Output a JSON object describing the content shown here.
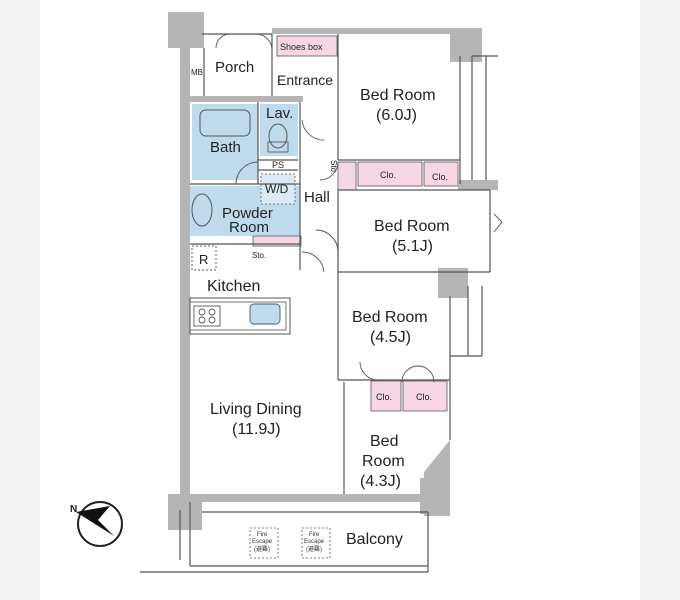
{
  "rooms": {
    "porch": "Porch",
    "mb": "MB",
    "shoes_box": "Shoes box",
    "entrance": "Entrance",
    "bed1_name": "Bed Room",
    "bed1_size": "(6.0J)",
    "lav": "Lav.",
    "bath": "Bath",
    "ps": "PS",
    "wd": "W/D",
    "hall": "Hall",
    "sto_vertical": "Sto.",
    "clo1": "Clo.",
    "clo2": "Clo.",
    "bed2_name": "Bed Room",
    "bed2_size": "(5.1J)",
    "powder_line1": "Powder",
    "powder_line2": "Room",
    "fridge": "R",
    "sto_kitchen": "Sto.",
    "kitchen": "Kitchen",
    "bed3_name": "Bed Room",
    "bed3_size": "(4.5J)",
    "clo3": "Clo.",
    "clo4": "Clo.",
    "living_line1": "Living Dining",
    "living_line2": "(11.9J)",
    "bed4_line1": "Bed",
    "bed4_line2": "Room",
    "bed4_size": "(4.3J)",
    "balcony": "Balcony",
    "fire_escape_1": "Fire",
    "fire_escape_2": "Escape",
    "fire_escape_jp": "(避難)"
  },
  "compass": {
    "north": "N"
  },
  "colors": {
    "wet_area": "#bfdcef",
    "closet": "#f7d7e6",
    "wall": "#b5b5b5",
    "line": "#555555"
  }
}
